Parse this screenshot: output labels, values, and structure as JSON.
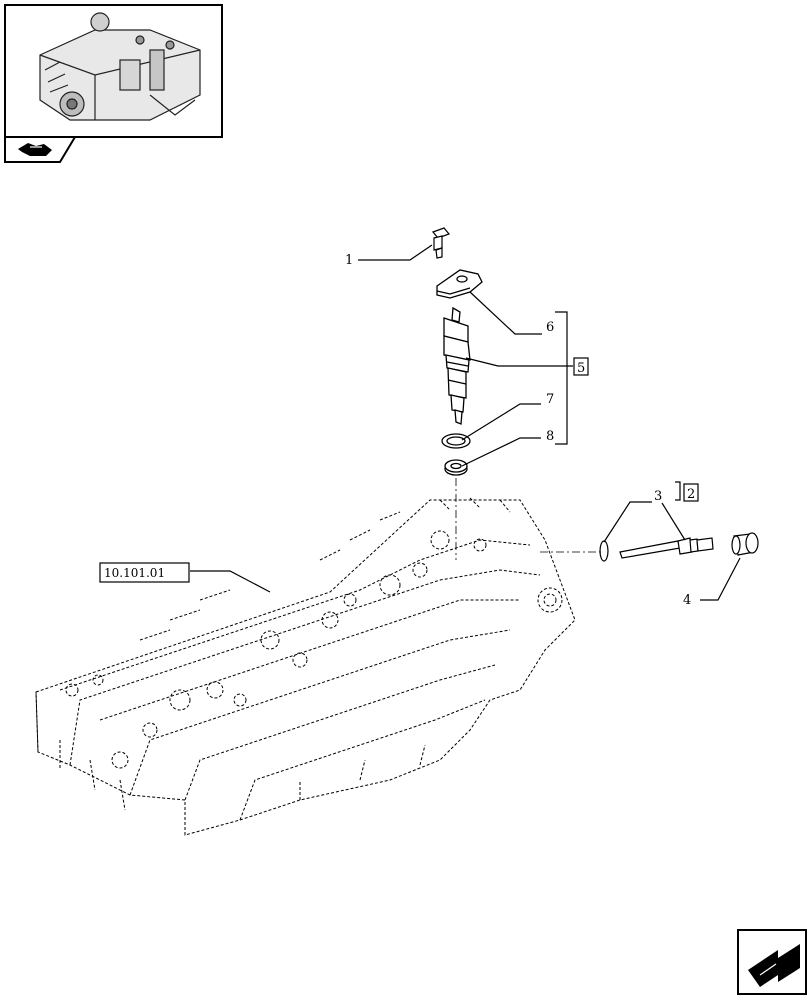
{
  "thumbnail": {
    "icon": "engine-thumbnail-icon"
  },
  "nav_tab": {
    "icon": "hand-pointer-icon"
  },
  "callouts": [
    {
      "id": "1",
      "label": "1"
    },
    {
      "id": "2",
      "label": "2"
    },
    {
      "id": "3",
      "label": "3"
    },
    {
      "id": "4",
      "label": "4"
    },
    {
      "id": "5",
      "label": "5"
    },
    {
      "id": "6",
      "label": "6"
    },
    {
      "id": "7",
      "label": "7"
    },
    {
      "id": "8",
      "label": "8"
    }
  ],
  "reference": {
    "label": "10.101.01"
  },
  "next_page": {
    "icon": "next-page-arrow-icon"
  }
}
